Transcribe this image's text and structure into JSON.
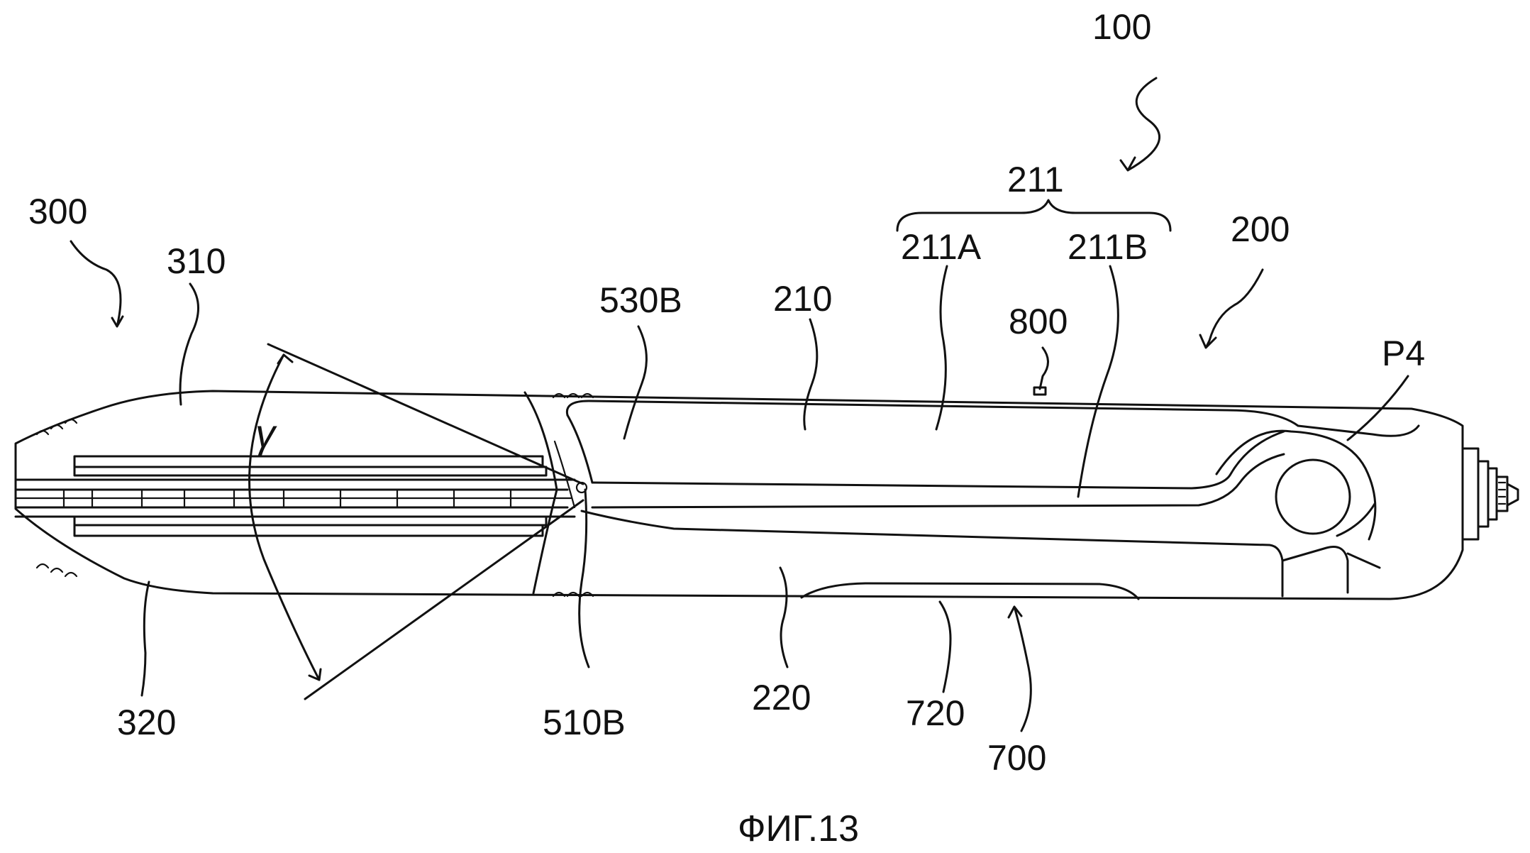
{
  "figure": {
    "caption": "ФИГ.13",
    "labels": {
      "l100": "100",
      "l211": "211",
      "l211A": "211A",
      "l211B": "211B",
      "l200": "200",
      "l300": "300",
      "l310": "310",
      "l530B": "530B",
      "l210": "210",
      "l800": "800",
      "lP4": "P4",
      "lgamma": "γ",
      "l320": "320",
      "l510B": "510B",
      "l220": "220",
      "l720": "720",
      "l700": "700"
    }
  }
}
